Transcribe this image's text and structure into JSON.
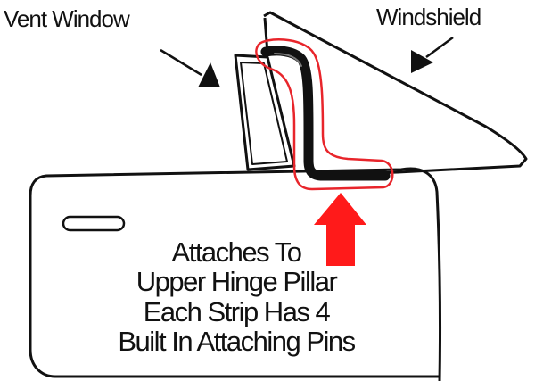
{
  "labels": {
    "vent_window": "Vent Window",
    "windshield": "Windshield"
  },
  "caption": {
    "lines": [
      "Attaches To",
      "Upper Hinge Pillar",
      "Each Strip Has 4",
      "Built In Attaching Pins"
    ]
  },
  "colors": {
    "outline": "#111111",
    "weatherstrip": "#111111",
    "highlight": "#e8252b",
    "pointer_arrow": "#ff1a1a",
    "background": "#ffffff"
  }
}
